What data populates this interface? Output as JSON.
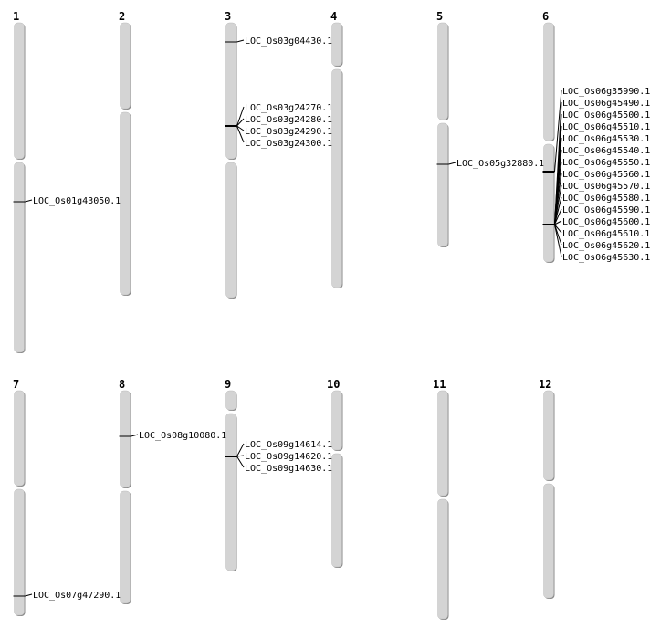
{
  "title": "Rice chromosome gene location map",
  "chromosomes": [
    {
      "label": "1",
      "genes": [
        "LOC_Os01g43050.1"
      ]
    },
    {
      "label": "2",
      "genes": []
    },
    {
      "label": "3",
      "genes": [
        "LOC_Os03g04430.1",
        "LOC_Os03g24270.1",
        "LOC_Os03g24280.1",
        "LOC_Os03g24290.1",
        "LOC_Os03g24300.1"
      ]
    },
    {
      "label": "4",
      "genes": []
    },
    {
      "label": "5",
      "genes": [
        "LOC_Os05g32880.1"
      ]
    },
    {
      "label": "6",
      "genes": [
        "LOC_Os06g35990.1",
        "LOC_Os06g45490.1",
        "LOC_Os06g45500.1",
        "LOC_Os06g45510.1",
        "LOC_Os06g45530.1",
        "LOC_Os06g45540.1",
        "LOC_Os06g45550.1",
        "LOC_Os06g45560.1",
        "LOC_Os06g45570.1",
        "LOC_Os06g45580.1",
        "LOC_Os06g45590.1",
        "LOC_Os06g45600.1",
        "LOC_Os06g45610.1",
        "LOC_Os06g45620.1",
        "LOC_Os06g45630.1"
      ]
    },
    {
      "label": "7",
      "genes": [
        "LOC_Os07g47290.1"
      ]
    },
    {
      "label": "8",
      "genes": [
        "LOC_Os08g10080.1"
      ]
    },
    {
      "label": "9",
      "genes": [
        "LOC_Os09g14614.1",
        "LOC_Os09g14620.1",
        "LOC_Os09g14630.1"
      ]
    },
    {
      "label": "10",
      "genes": []
    },
    {
      "label": "11",
      "genes": []
    },
    {
      "label": "12",
      "genes": []
    }
  ],
  "colors": {
    "chromosome": "#d4d4d4",
    "shade": "#8a8a8a",
    "line": "#000000"
  }
}
